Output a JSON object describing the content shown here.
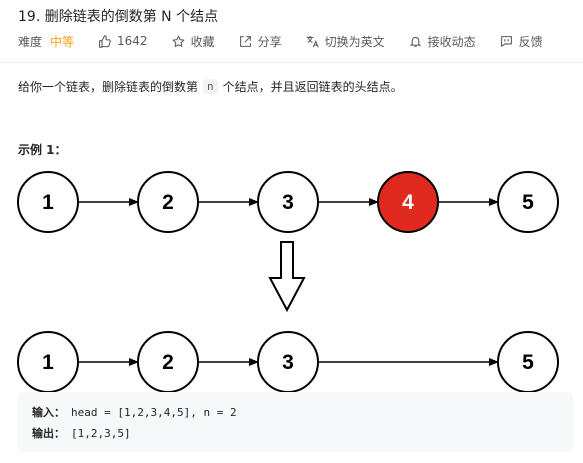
{
  "problem": {
    "title": "19. 删除链表的倒数第 N 个结点",
    "difficulty_label": "难度",
    "difficulty": "中等",
    "likes": "1642",
    "favorite": "收藏",
    "share": "分享",
    "switch_lang": "切换为英文",
    "subscribe": "接收动态",
    "feedback": "反馈"
  },
  "description": {
    "part1": "给你一个链表，删除链表的倒数第",
    "code": "n",
    "part2": "个结点，并且返回链表的头结点。"
  },
  "example": {
    "title": "示例 1：",
    "input_label": "输入：",
    "input_value": "head = [1,2,3,4,5], n = 2",
    "output_label": "输出：",
    "output_value": "[1,2,3,5]"
  },
  "diagram": {
    "top_nodes": [
      "1",
      "2",
      "3",
      "4",
      "5"
    ],
    "bottom_nodes": [
      "1",
      "2",
      "3",
      "5"
    ],
    "removed_node_index": 3,
    "highlight_color": "#e02a1f"
  },
  "colors": {
    "difficulty_medium": "#ffa116",
    "code_bg": "#f7f8fa"
  }
}
